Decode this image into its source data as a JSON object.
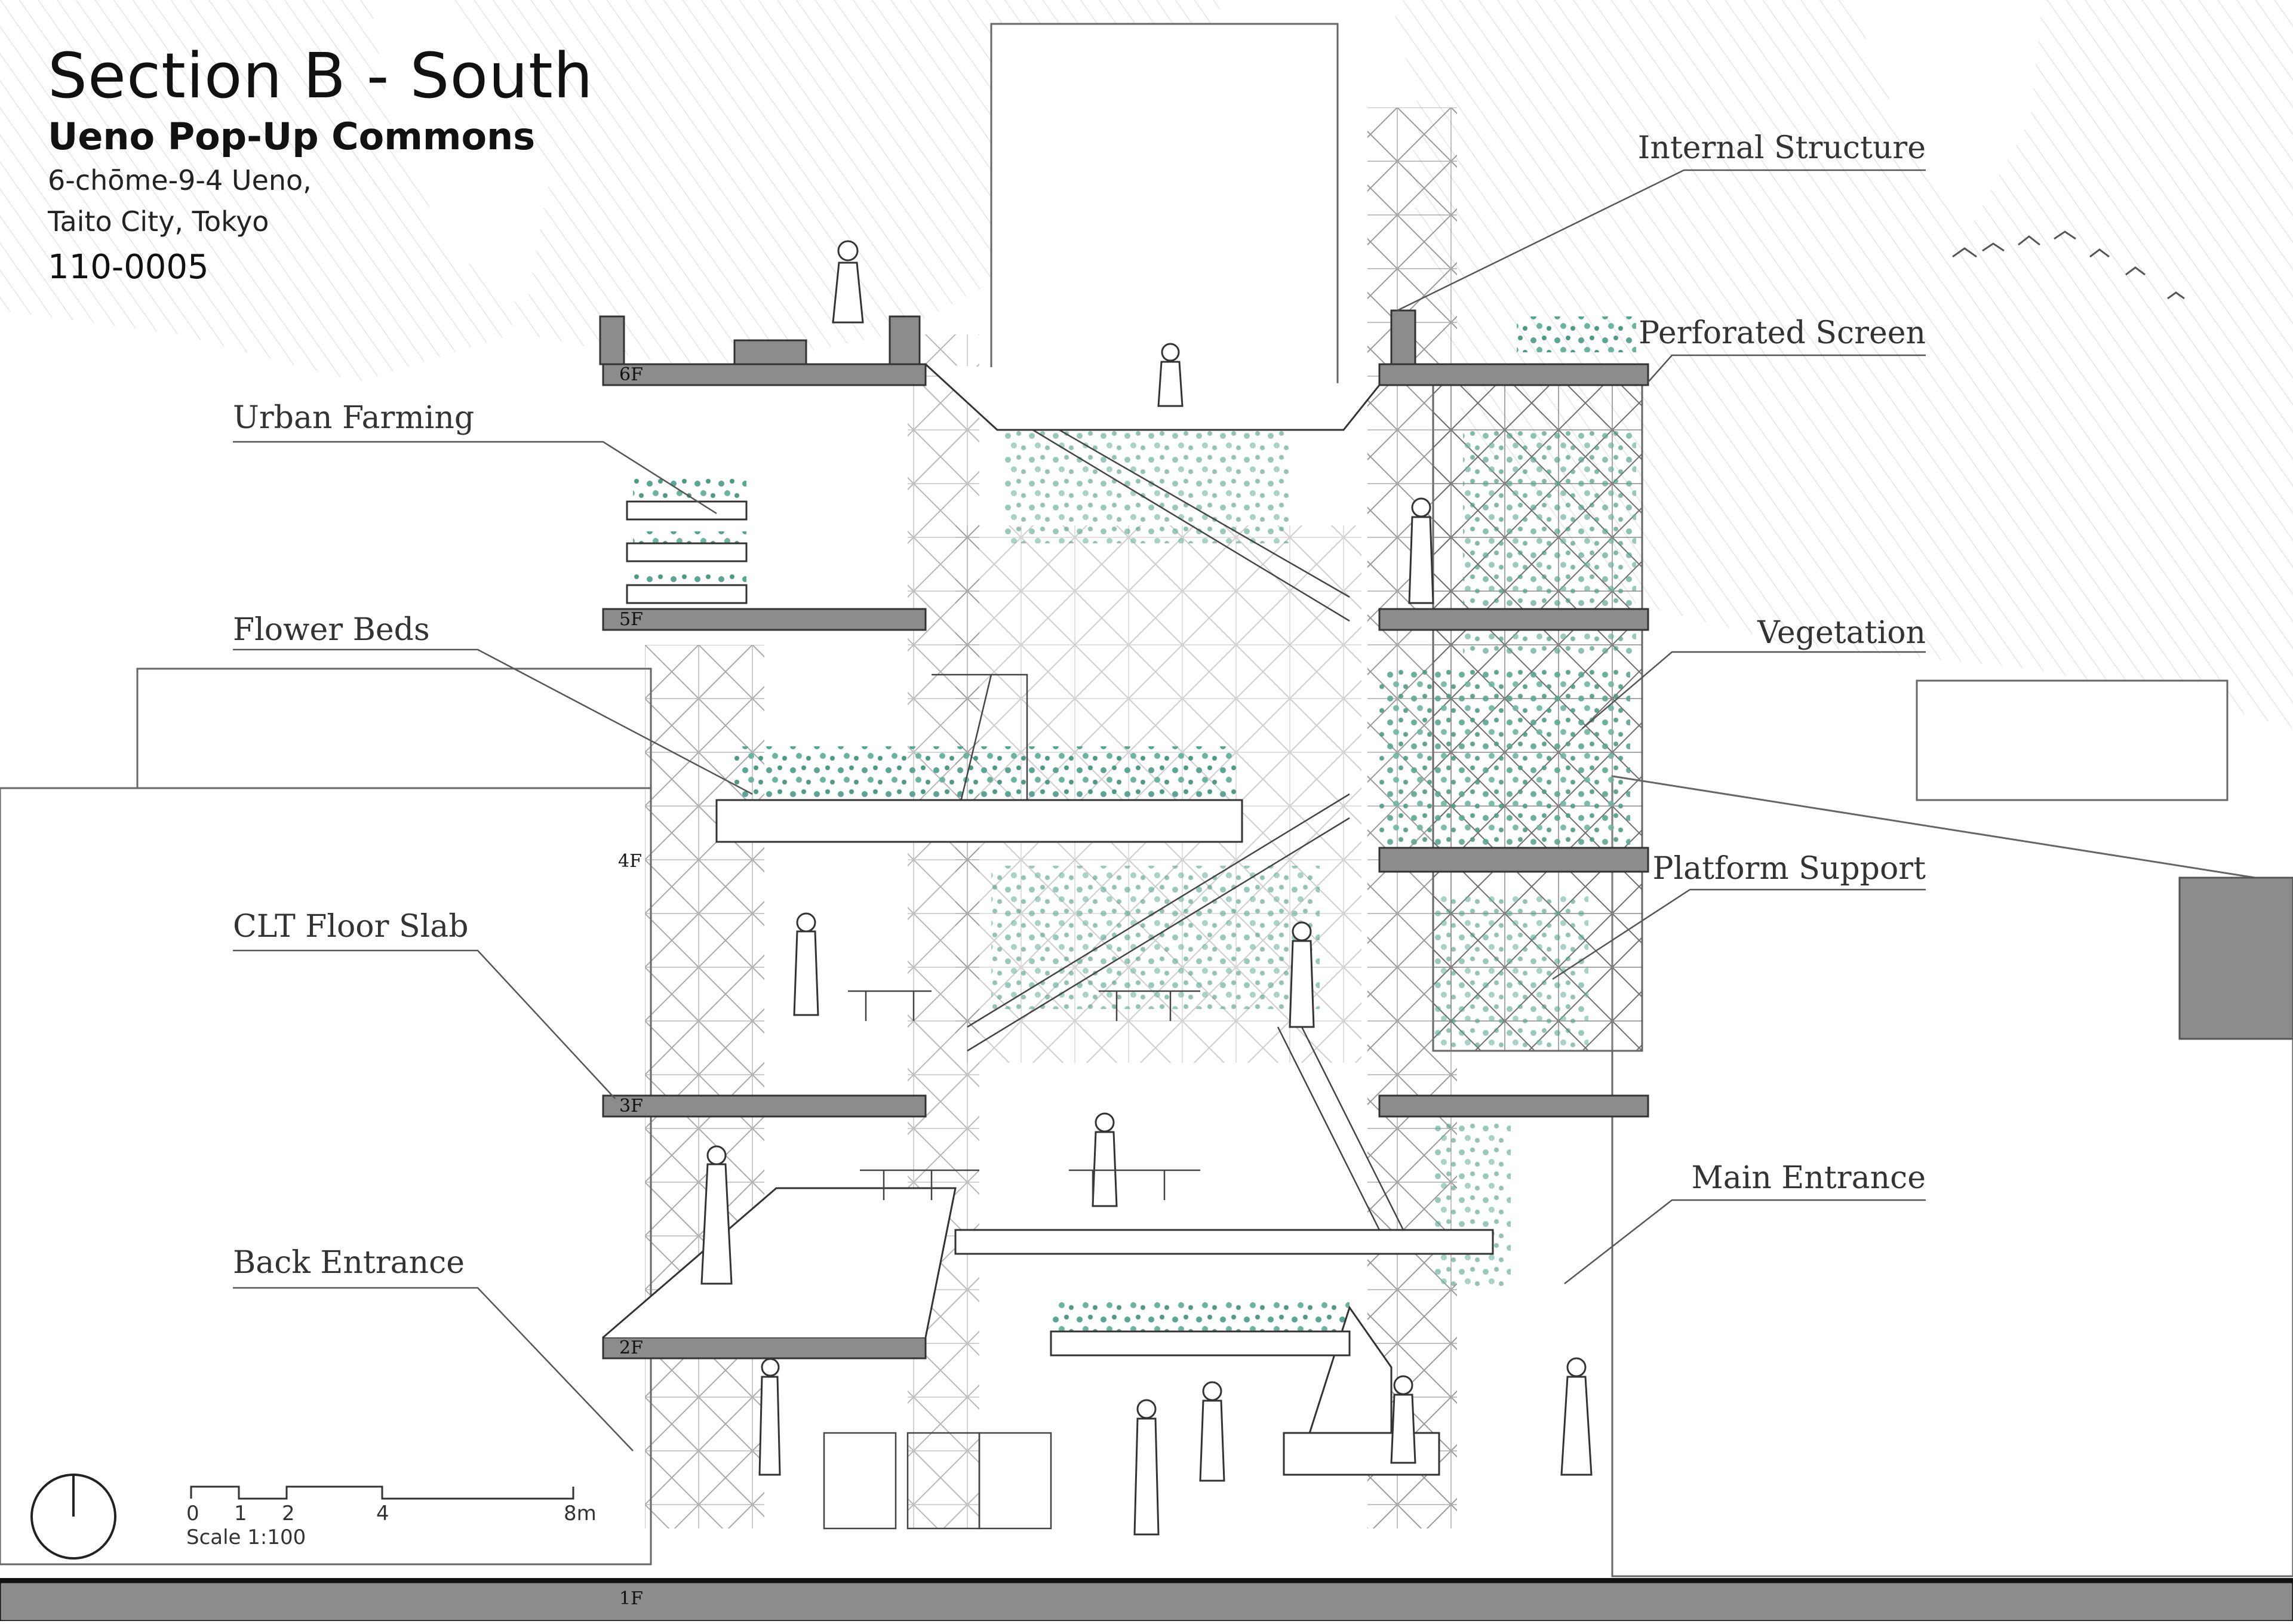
{
  "title": {
    "main": "Section B - South",
    "subtitle": "Ueno Pop-Up Commons",
    "address_line1": "6-chōme-9-4 Ueno,",
    "address_line2": "Taito City, Tokyo",
    "postcode": "110-0005"
  },
  "labels": {
    "urban_farming": "Urban Farming",
    "flower_beds": "Flower Beds",
    "clt_floor_slab": "CLT Floor Slab",
    "back_entrance": "Back Entrance",
    "internal_structure": "Internal Structure",
    "perforated_screen": "Perforated Screen",
    "vegetation": "Vegetation",
    "platform_support": "Platform Support",
    "main_entrance": "Main Entrance"
  },
  "floors": {
    "f6": "6F",
    "f5": "5F",
    "f4": "4F",
    "f3": "3F",
    "f2": "2F",
    "f1": "1F"
  },
  "scale": {
    "ticks": [
      "0",
      "1",
      "2",
      "4",
      "8m"
    ],
    "caption": "Scale 1:100"
  },
  "colors": {
    "slab": "#8c8c8c",
    "line": "#333333",
    "vegetation": "#4f9a86",
    "hatch": "#d6d6d6"
  }
}
